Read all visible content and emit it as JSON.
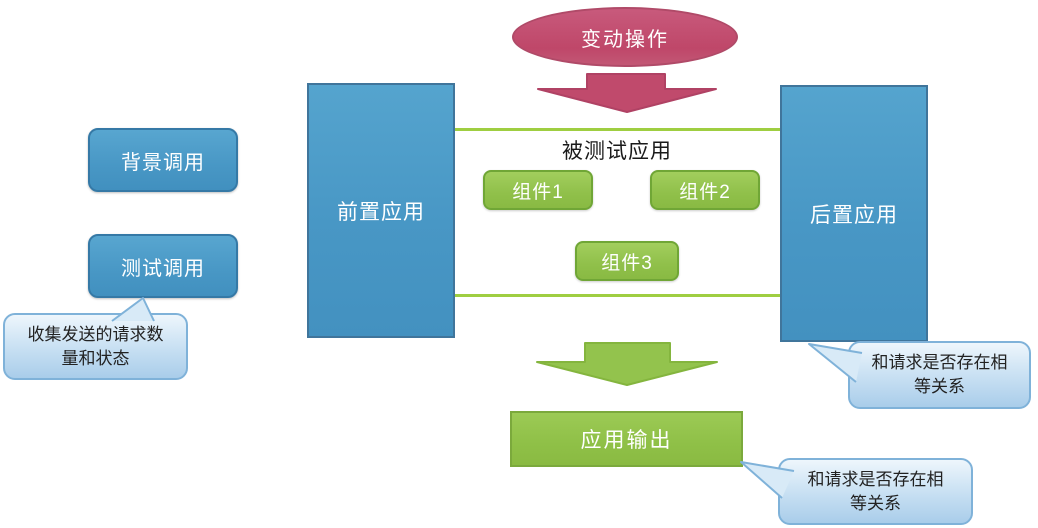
{
  "diagram": {
    "nodes": {
      "change_operation": "变动操作",
      "front_app": "前置应用",
      "back_app": "后置应用",
      "tested_app_title": "被测试应用",
      "component_1": "组件1",
      "component_2": "组件2",
      "component_3": "组件3",
      "background_call": "背景调用",
      "test_call": "测试调用",
      "app_output": "应用输出"
    },
    "callouts": {
      "left": "收集发送的请求数量和状态",
      "right_top": "和请求是否存在相等关系",
      "right_bottom": "和请求是否存在相等关系"
    },
    "colors": {
      "pink_fill": "#C04A6C",
      "pink_border": "#B04A68",
      "blue_fill": "#4C9CC9",
      "blue_border": "#3579A6",
      "green_fill": "#93C34D",
      "green_border": "#76A839",
      "connector_green": "#9FCE41",
      "callout_fill": "#CDE3F4",
      "callout_border": "#7FB2D9",
      "label_white": "#FFFFFF",
      "label_dark": "#1A1A1A"
    }
  }
}
